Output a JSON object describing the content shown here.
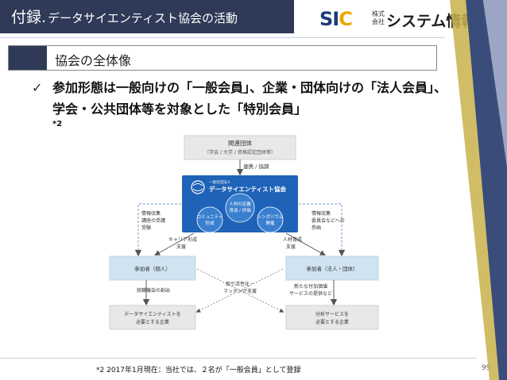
{
  "header": {
    "title_main": "付録.",
    "title_sub": "データサイエンティスト協会の活動"
  },
  "logo": {
    "mark_1": "SI",
    "mark_2": "C",
    "small_text": "株式会社",
    "name": "システム情報"
  },
  "section": {
    "label": "協会の全体像"
  },
  "bullet": {
    "check": "✓",
    "text": "参加形態は一般向けの「一般会員」、企業・団体向けの「法人会員」、学会・公共団体等を対象とした「特別会員」"
  },
  "note_mark": "*2",
  "diagram": {
    "top_box": {
      "title": "関連団体",
      "sub": "（学会 / 大学 / 資格認定団体等）"
    },
    "center_box": {
      "org_small": "一般社団法人",
      "org_name": "データサイエンティスト協会",
      "node_1": "人材の定義\n育成 / 評価",
      "node_2": "コミュニティ\n形成",
      "node_3": "シンポジウム\n開催"
    },
    "left_mid_box": "参加者（個人）",
    "right_mid_box": "参加者（法人・団体）",
    "left_bottom_box": "データサイエンティストを\n必要とする企業",
    "right_bottom_box": "分析サービスを\n必要とする企業",
    "label_top": "連携 / 協調",
    "label_left_upper": "情報収集\n講座の受講\n受験",
    "label_right_upper": "情報収集\n委員会などへの\n参画",
    "label_career": "キャリア形成\n支援",
    "label_training": "人材育成\n支援",
    "label_employment": "就職機会の創出",
    "label_exchange": "取引活性化・\nマッチング支援",
    "label_new": "新たな付加価値\nサービスの提供など"
  },
  "footer": {
    "footnote": "*2 2017年1月現在：当社では、２名が「一般会員」として登録",
    "page": "99"
  }
}
